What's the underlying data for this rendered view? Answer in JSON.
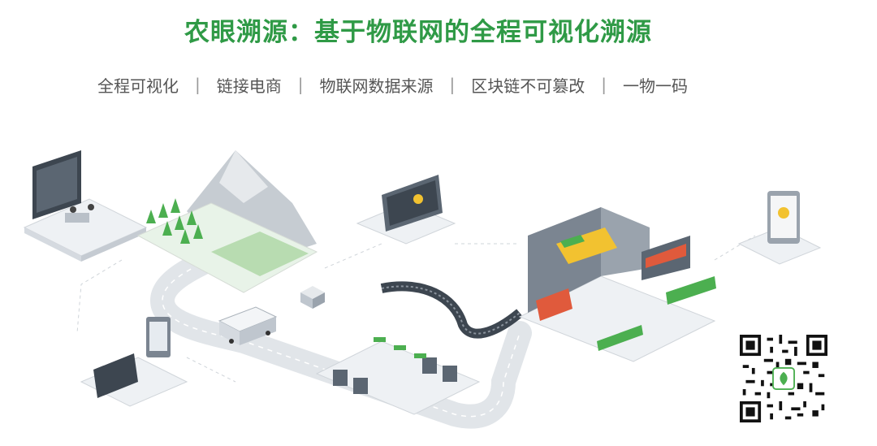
{
  "title": "农眼溯源：基于物联网的全程可视化溯源",
  "features": [
    "全程可视化",
    "链接电商",
    "物联网数据来源",
    "区块链不可篡改",
    "一物一码"
  ],
  "colors": {
    "title": "#2f9a46",
    "leaf": "#4caf50",
    "gray": "#8a929c",
    "yellow": "#f2c230",
    "red": "#e05a3c"
  },
  "icons": [
    "monitor-icon",
    "mountain-icon",
    "tree-icon",
    "laptop-icon",
    "truck-icon",
    "conveyor-icon",
    "store-icon",
    "phone-icon",
    "tablet-icon",
    "qr-code-icon"
  ]
}
